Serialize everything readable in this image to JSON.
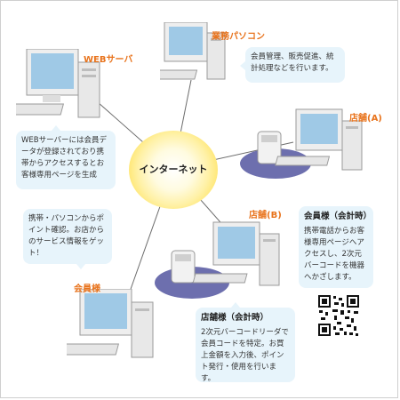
{
  "center": {
    "label": "インターネット"
  },
  "nodes": {
    "web_server": {
      "label": "WEBサーバ",
      "note": "WEBサーバーには会員データが登録されており携帯からアクセスするとお客様専用ページを生成"
    },
    "office_pc": {
      "label": "業務パソコン",
      "note": "会員管理、販売促進、統計処理などを行います。"
    },
    "store_a": {
      "label": "店舗(A)"
    },
    "store_b": {
      "label": "店舗(B)"
    },
    "member": {
      "label": "会員様",
      "note": "携帯・パソコンからポイント確認。お店からのサービス情報をゲット！"
    }
  },
  "info_boxes": {
    "member_checkout": {
      "title": "会員様（会計時）",
      "body": "携帯電話からお客様専用ページへアクセスし、2次元バーコードを機器へかざします。"
    },
    "store_checkout": {
      "title": "店舗様（会計時）",
      "body": "2次元バーコードリーダで会員コードを特定。お買上金額を入力後、ポイント発行・使用を行います。"
    }
  },
  "colors": {
    "accent": "#e8731c",
    "bubble": "#e7f4fb",
    "line": "#6c6c6c",
    "platform": "#6d6fae"
  }
}
